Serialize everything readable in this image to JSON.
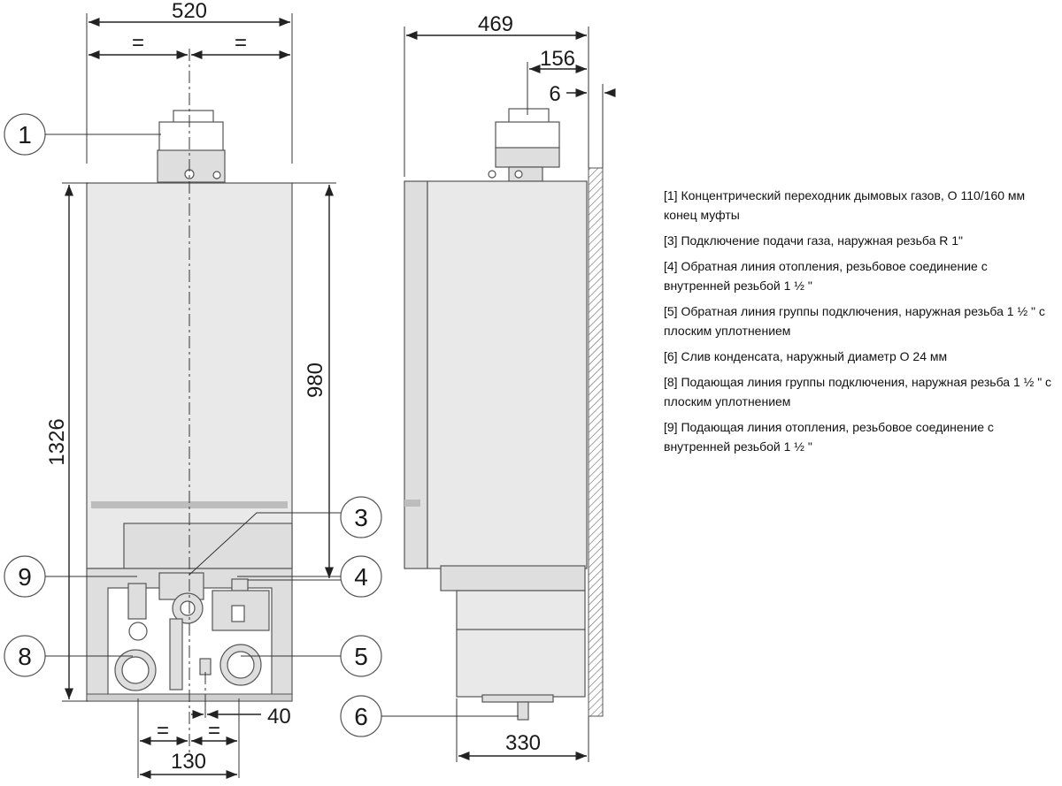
{
  "dimensions": {
    "width_front": "520",
    "equal": "=",
    "height_total": "1326",
    "height_980": "980",
    "depth": "469",
    "d156": "156",
    "d6": "6",
    "d40": "40",
    "d130": "130",
    "d330": "330"
  },
  "callouts": {
    "c1": "1",
    "c3": "3",
    "c4": "4",
    "c5": "5",
    "c6": "6",
    "c8": "8",
    "c9": "9"
  },
  "legend": [
    "[1] Концентрический переходник дымовых газов, О 110/160 мм конец муфты",
    "[3] Подключение подачи газа, наружная резьба R 1\"",
    "[4] Обратная линия отопления, резьбовое соединение с внутренней резьбой 1 ½ \"",
    "[5] Обратная линия группы подключения, наружная резьба 1 ½ \" с плоским уплотнением",
    "[6] Слив конденсата, наружный диаметр О 24 мм",
    "[8] Подающая линия группы подключения, наружная резьба 1 ½ \" с плоским уплотнением",
    "[9] Подающая линия отопления, резьбовое соединение с внутренней резьбой 1 ½ \""
  ]
}
